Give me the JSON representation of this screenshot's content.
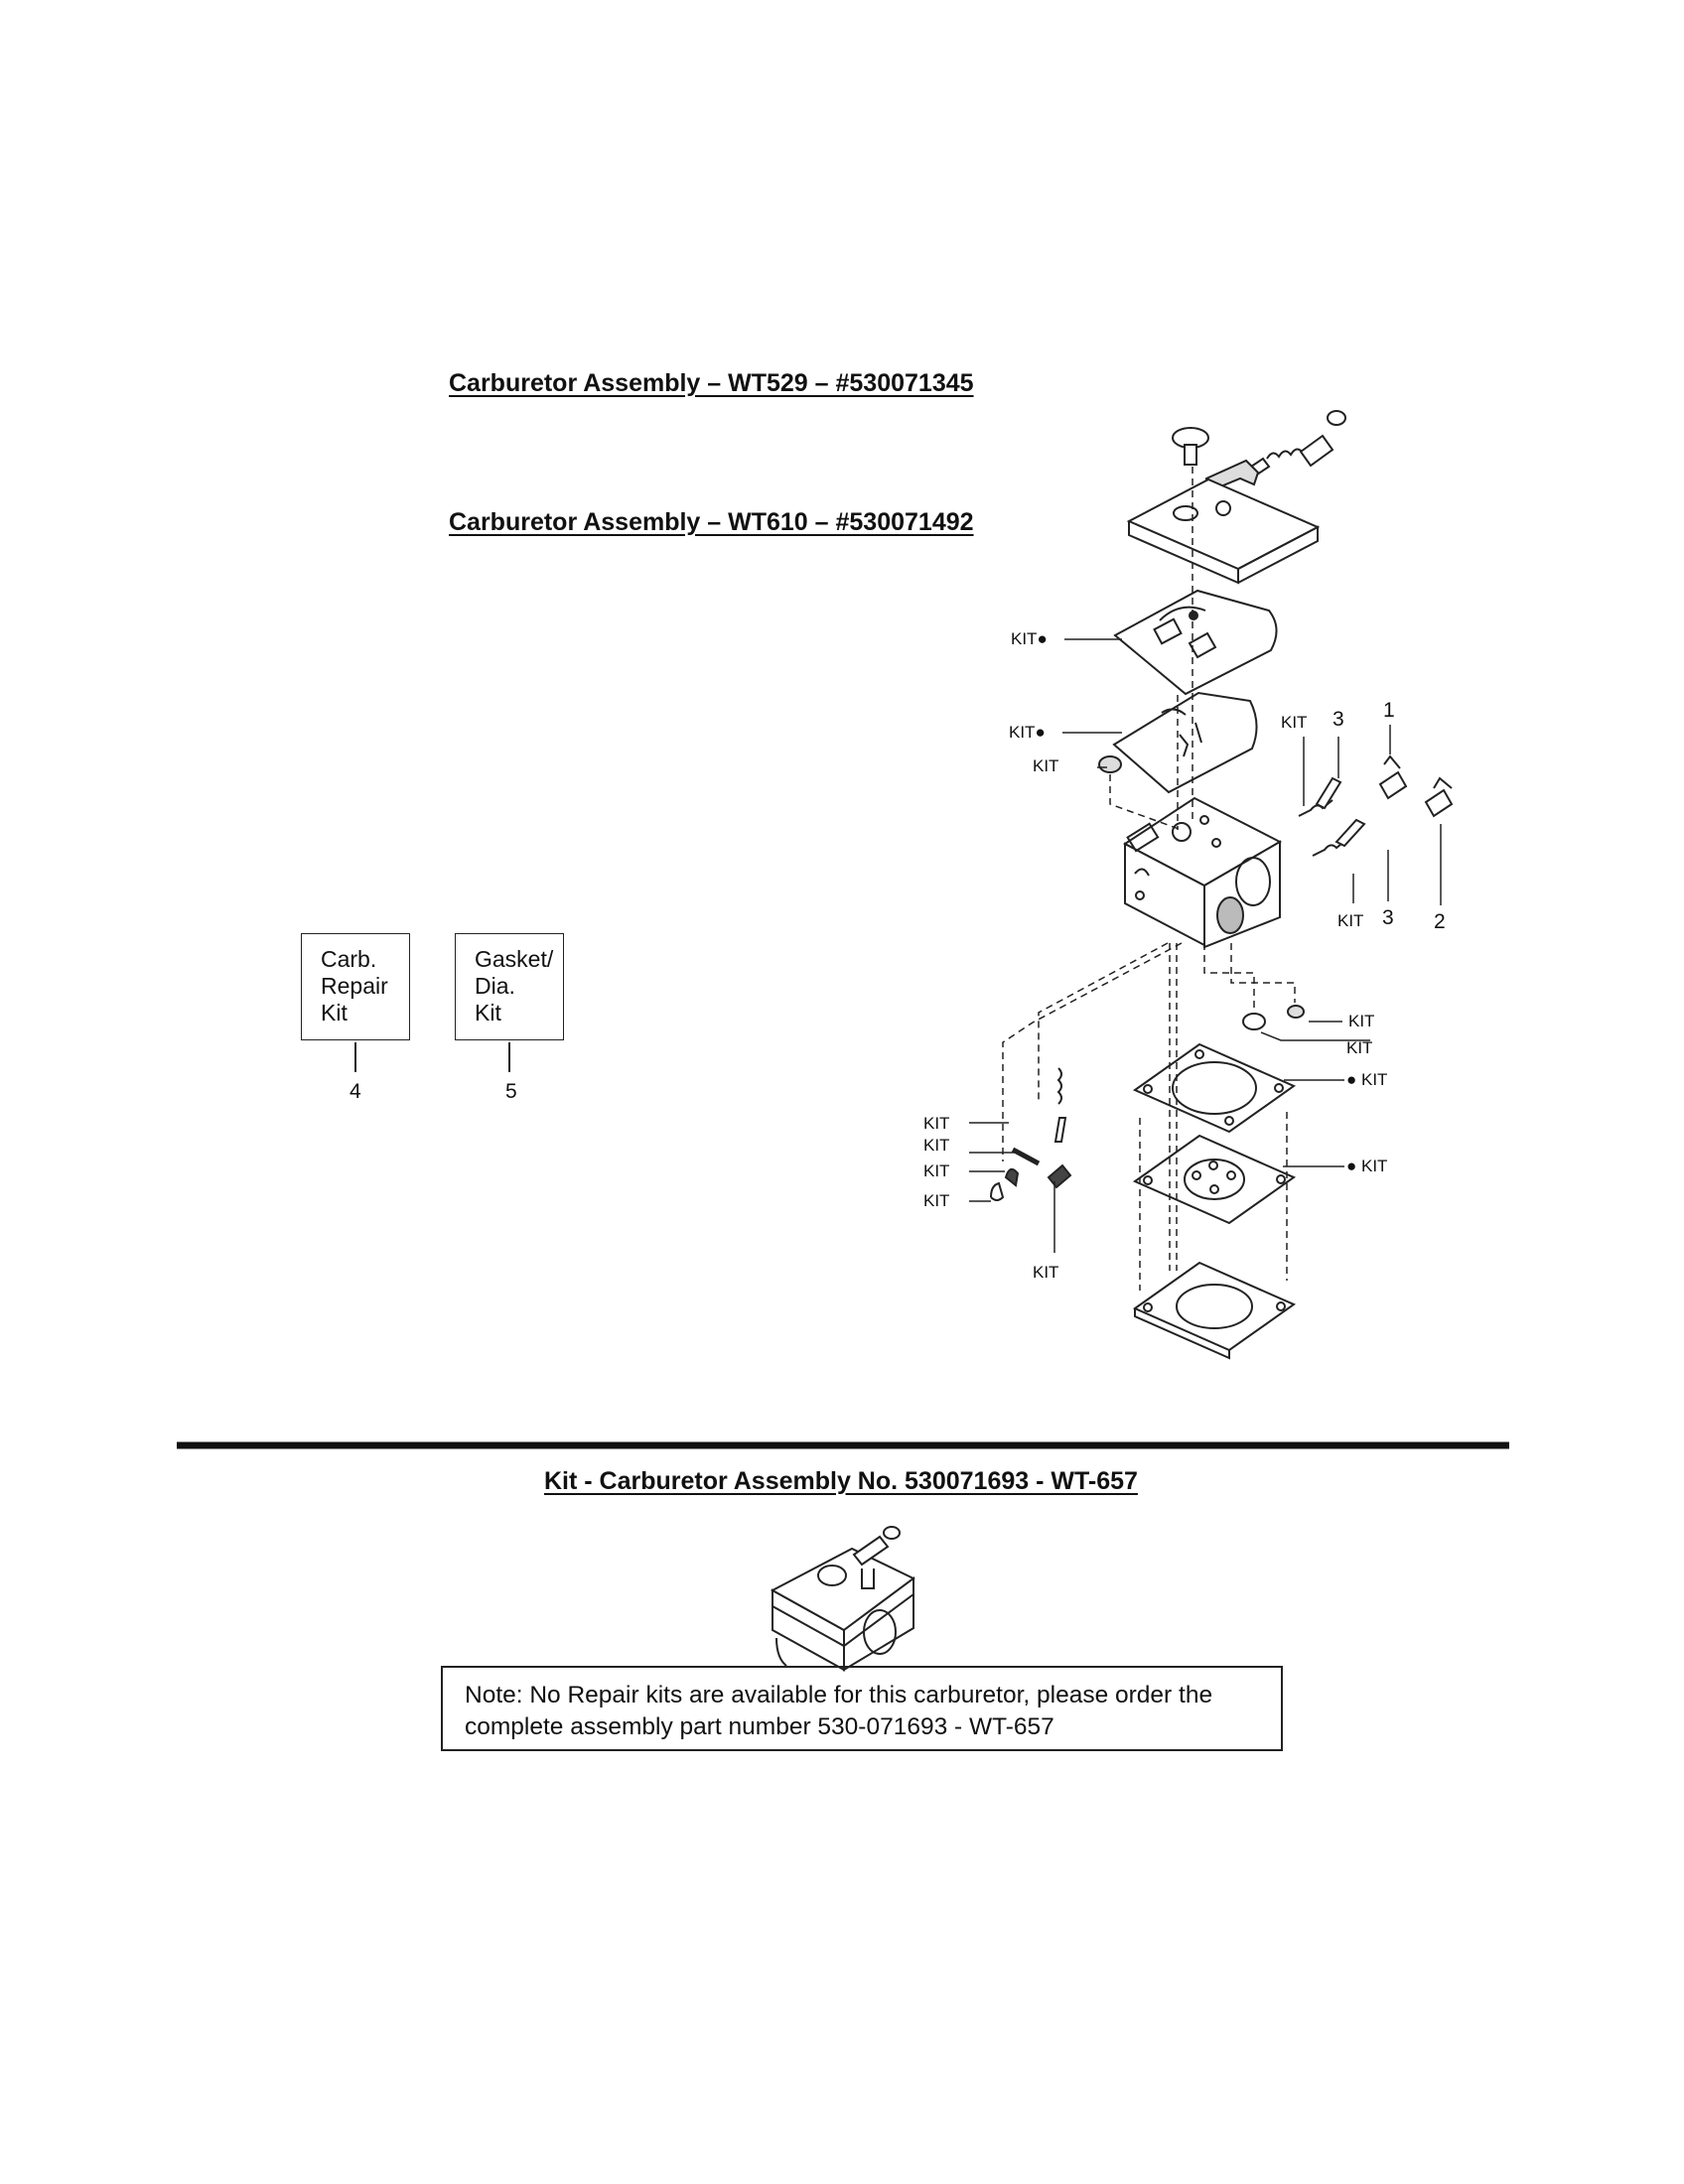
{
  "headings": {
    "wt529": "Carburetor Assembly – WT529 – #530071345",
    "wt610": "Carburetor Assembly – WT610 – #530071492",
    "wt657": "Kit - Carburetor Assembly No. 530071693 - WT-657"
  },
  "legend_boxes": [
    {
      "lines": [
        "Carb.",
        "Repair",
        "Kit"
      ],
      "number": "4"
    },
    {
      "lines": [
        "Gasket/",
        "Dia.",
        "Kit"
      ],
      "number": "5"
    }
  ],
  "callouts": {
    "kit": "KIT",
    "kit_dot_right": "KIT●",
    "kit_dot_left": "● KIT",
    "n1": "1",
    "n2": "2",
    "n3": "3"
  },
  "note": {
    "line1": "Note: No Repair kits are available for this carburetor, please order the",
    "line2": "complete assembly part number 530-071693 - WT-657"
  }
}
